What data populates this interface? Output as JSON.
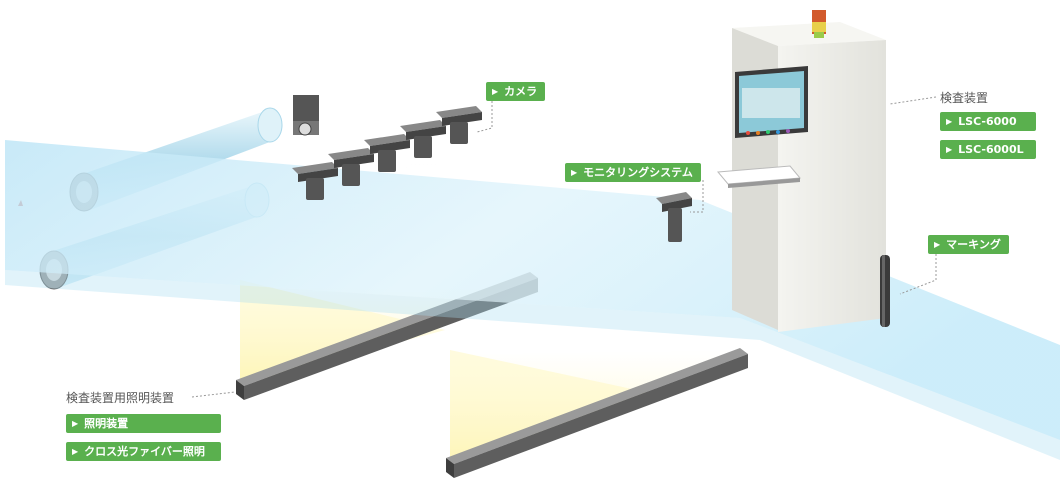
{
  "labels": {
    "camera": "カメラ",
    "monitoring_system": "モニタリングシステム",
    "inspection_device": "検査装置",
    "lsc_6000": "LSC-6000",
    "lsc_6000l": "LSC-6000L",
    "marking": "マーキング",
    "lighting_caption": "検査装置用照明装置",
    "lighting_device": "照明装置",
    "cross_light_fiber": "クロス光ファイバー照明"
  },
  "icons": {
    "button_arrow": "triangle-right-icon"
  },
  "colors": {
    "button_green": "#5ab04e",
    "sheet_blue": "#bfe6f7",
    "light_yellow": "#fbf2a8",
    "bar_dark": "#5e5e5e",
    "cabinet": "#eeeeea"
  }
}
